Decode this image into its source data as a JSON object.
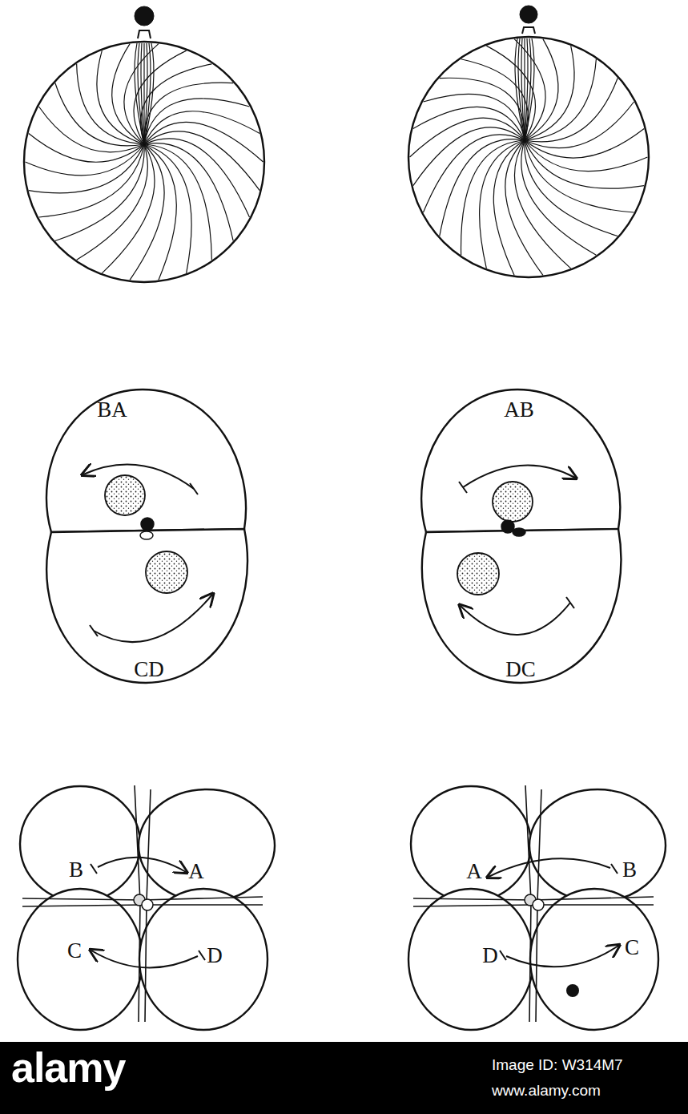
{
  "diagram": {
    "labels": [
      "BA",
      "CD",
      "AB",
      "DC",
      "B",
      "A",
      "C",
      "D",
      "A",
      "B",
      "D",
      "C",
      "alamy",
      "Image ID: W314M7",
      "www.alamy.com"
    ]
  }
}
